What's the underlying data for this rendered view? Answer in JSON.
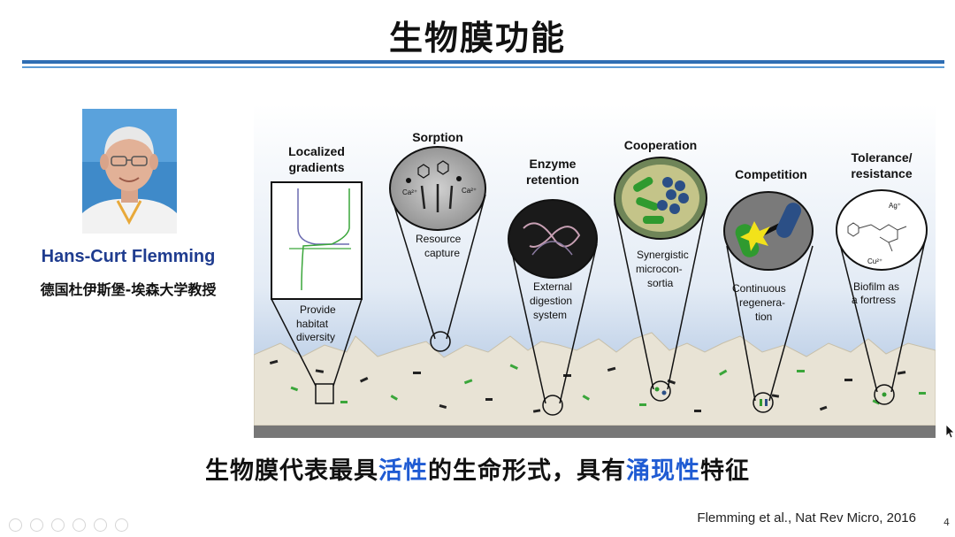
{
  "slide": {
    "title": "生物膜功能",
    "page_number": "4",
    "citation": "Flemming et al., Nat Rev Micro, 2016"
  },
  "person": {
    "name": "Hans-Curt Flemming",
    "affiliation": "德国杜伊斯堡-埃森大学教授"
  },
  "caption": {
    "part1": "生物膜代表最具",
    "hl1": "活性",
    "part2": "的生命形式，具有",
    "hl2": "涌现性",
    "part3": "特征"
  },
  "figure": {
    "panels": [
      {
        "title": [
          "Localized",
          "gradients"
        ],
        "desc": [
          "Provide",
          "habitat",
          "diversity"
        ]
      },
      {
        "title": [
          "Sorption"
        ],
        "desc": [
          "Resource",
          "capture"
        ],
        "ions": [
          "Ca²⁺",
          "Ca²⁺"
        ]
      },
      {
        "title": [
          "Enzyme",
          "retention"
        ],
        "desc": [
          "External",
          "digestion",
          "system"
        ]
      },
      {
        "title": [
          "Cooperation"
        ],
        "desc": [
          "Synergistic",
          "microcon-",
          "sortia"
        ]
      },
      {
        "title": [
          "Competition"
        ],
        "desc": [
          "Continuous",
          "regenera-",
          "tion"
        ]
      },
      {
        "title": [
          "Tolerance/",
          "resistance"
        ],
        "desc": [
          "Biofilm as",
          "a fortress"
        ],
        "ions": [
          "Ag⁺",
          "Cu²⁺"
        ]
      }
    ]
  },
  "colors": {
    "title_rule": "#2e6db3",
    "name": "#1f3c8f",
    "highlight": "#1f5bd3",
    "biofilm": "#e9e4d6",
    "bacteria_green": "#3aa63a",
    "bacteria_blue": "#2b4f86"
  }
}
